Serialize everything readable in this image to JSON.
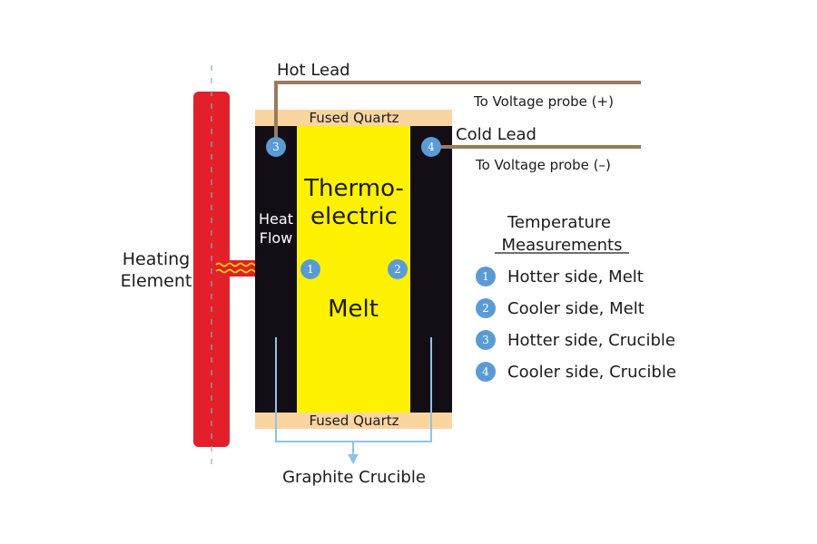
{
  "heating_element": {
    "label_line1": "Heating",
    "label_line2": "Element"
  },
  "heat_flow": {
    "line1": "Heat",
    "line2": "Flow"
  },
  "quartz": {
    "top_label": "Fused Quartz",
    "bottom_label": "Fused Quartz"
  },
  "melt": {
    "line1": "Thermo-",
    "line2": "electric",
    "line3": "Melt"
  },
  "leads": {
    "hot_label": "Hot Lead",
    "hot_probe": "To Voltage probe (+)",
    "cold_label": "Cold Lead",
    "cold_probe": "To Voltage probe (–)"
  },
  "crucible": {
    "label": "Graphite Crucible"
  },
  "legend": {
    "title_line1": "Temperature",
    "title_line2": "Measurements",
    "items": [
      {
        "num": "1",
        "text": "Hotter side, Melt"
      },
      {
        "num": "2",
        "text": "Cooler side, Melt"
      },
      {
        "num": "3",
        "text": "Hotter side, Crucible"
      },
      {
        "num": "4",
        "text": "Cooler side, Crucible"
      }
    ]
  },
  "markers": [
    "1",
    "2",
    "3",
    "4"
  ],
  "colors": {
    "heater": "#e3202a",
    "quartz": "#fbd5a0",
    "crucible": "#130d16",
    "melt": "#fff200",
    "lead": "#9a7b5c",
    "marker": "#5b9bd5",
    "bracket": "#8fc3e8",
    "arrow": "#e3202a",
    "wave": "#ffe600"
  }
}
